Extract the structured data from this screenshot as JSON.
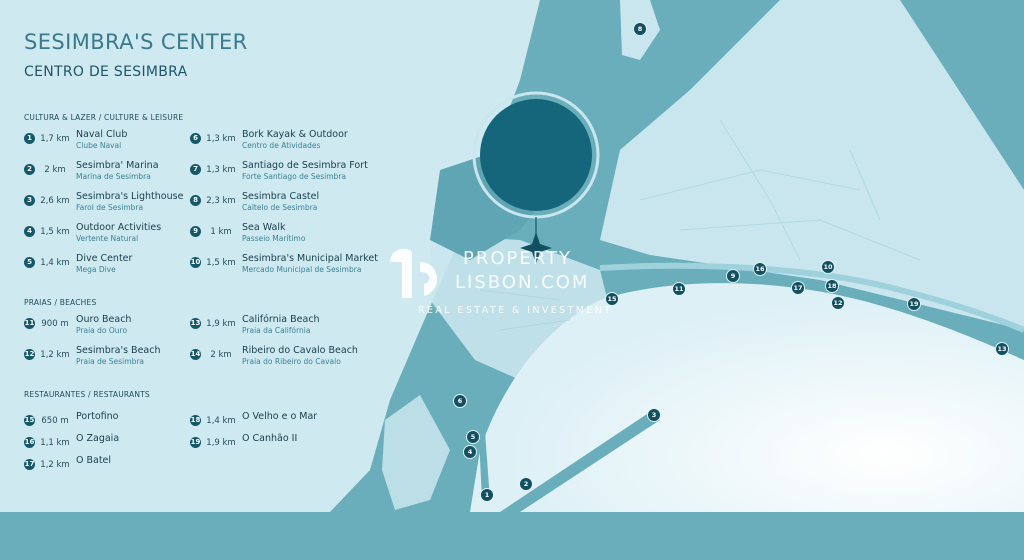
{
  "title": "SESIMBRA'S CENTER",
  "subtitle": "CENTRO DE SESIMBRA",
  "watermark": {
    "brand_line1": "PROPERTY",
    "brand_line2": "LISBON.COM",
    "tagline": "REAL ESTATE & INVESTMENT"
  },
  "sections": [
    {
      "heading": "CULTURA & LAZER / CULTURE & LEISURE",
      "items": [
        {
          "num": "1",
          "dist": "1,7 km",
          "name": "Naval Club",
          "sub": "Clube Naval"
        },
        {
          "num": "2",
          "dist": "2 km",
          "name": "Sesimbra' Marina",
          "sub": "Marina de Sesimbra"
        },
        {
          "num": "3",
          "dist": "2,6 km",
          "name": "Sesimbra's Lighthouse",
          "sub": "Farol de Sesimbra"
        },
        {
          "num": "4",
          "dist": "1,5 km",
          "name": "Outdoor Activities",
          "sub": "Vertente Natural"
        },
        {
          "num": "5",
          "dist": "1,4 km",
          "name": "Dive Center",
          "sub": "Mega Dive"
        },
        {
          "num": "6",
          "dist": "1,3 km",
          "name": "Bork Kayak & Outdoor",
          "sub": "Centro de Atividades"
        },
        {
          "num": "7",
          "dist": "1,3 km",
          "name": "Santiago de Sesimbra Fort",
          "sub": "Forte Santiago de Sesimbra"
        },
        {
          "num": "8",
          "dist": "2,3 km",
          "name": "Sesimbra Castel",
          "sub": "Caltelo de Sesimbra"
        },
        {
          "num": "9",
          "dist": "1 km",
          "name": "Sea Walk",
          "sub": "Passeio Marítimo"
        },
        {
          "num": "10",
          "dist": "1,5 km",
          "name": "Sesimbra's Municipal Market",
          "sub": "Mercado Municipal de Sesimbra"
        }
      ]
    },
    {
      "heading": "PRAIAS / BEACHES",
      "items": [
        {
          "num": "11",
          "dist": "900 m",
          "name": "Ouro Beach",
          "sub": "Praia do Ouro"
        },
        {
          "num": "12",
          "dist": "1,2 km",
          "name": "Sesimbra's Beach",
          "sub": "Praia de Sesimbra"
        },
        {
          "num": "13",
          "dist": "1,9 km",
          "name": "Califórnia Beach",
          "sub": "Praia da Califórnia"
        },
        {
          "num": "14",
          "dist": "2 km",
          "name": "Ribeiro do Cavalo Beach",
          "sub": "Praia do Ribeiro do Cavalo"
        }
      ]
    },
    {
      "heading": "RESTAURANTES / RESTAURANTS",
      "items": [
        {
          "num": "15",
          "dist": "650 m",
          "name": "Portofino",
          "sub": ""
        },
        {
          "num": "16",
          "dist": "1,1 km",
          "name": "O Zagaia",
          "sub": ""
        },
        {
          "num": "17",
          "dist": "1,2 km",
          "name": "O Batel",
          "sub": ""
        },
        {
          "num": "18",
          "dist": "1,4 km",
          "name": "O Velho e o Mar",
          "sub": ""
        },
        {
          "num": "19",
          "dist": "1,9 km",
          "name": "O Canhão II",
          "sub": ""
        }
      ]
    }
  ],
  "map_markers": [
    "1",
    "2",
    "3",
    "4",
    "5",
    "6",
    "8",
    "9",
    "10",
    "11",
    "12",
    "13",
    "15",
    "16",
    "17",
    "18",
    "19"
  ],
  "colors": {
    "sea_light": "#cfe9f1",
    "land": "#6aaebb",
    "town": "#c9e6ee",
    "marker": "#124f60",
    "bay": "#eaf6fa"
  }
}
